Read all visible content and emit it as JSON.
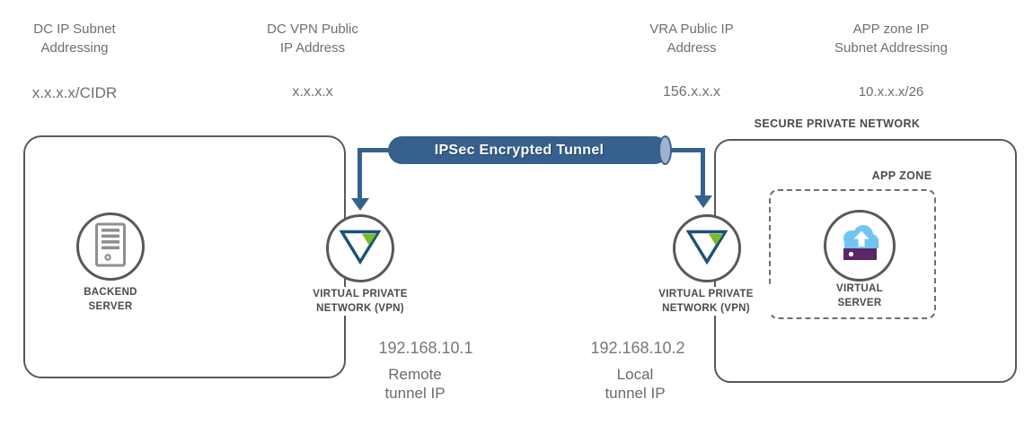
{
  "top_labels": [
    {
      "title": "DC IP Subnet\nAddressing",
      "value": "x.x.x.x/CIDR"
    },
    {
      "title": "DC VPN Public\nIP Address",
      "value": "x.x.x.x"
    },
    {
      "title": "VRA Public IP\nAddress",
      "value": "156.x.x.x"
    },
    {
      "title": "APP zone IP\nSubnet Addressing",
      "value": "10.x.x.x/26"
    }
  ],
  "tunnel": {
    "label": "IPSec Encrypted Tunnel"
  },
  "dc_box": {
    "server_label": "BACKEND\nSERVER",
    "vpn_label": "VIRTUAL PRIVATE\nNETWORK (VPN)"
  },
  "secure_network": {
    "title": "SECURE PRIVATE NETWORK",
    "app_zone_label": "APP ZONE",
    "server_label": "VIRTUAL\nSERVER",
    "vpn_label": "VIRTUAL PRIVATE\nNETWORK (VPN)"
  },
  "tunnel_ips": {
    "remote_ip": "192.168.10.1",
    "remote_label": "Remote\ntunnel IP",
    "local_ip": "192.168.10.2",
    "local_label": "Local\ntunnel IP"
  },
  "icons": {
    "backend_server": "server-tower-icon",
    "dc_vpn": "vpn-triangle-icon",
    "cloud_vpn": "vpn-triangle-icon",
    "virtual_server": "cloud-upload-server-icon",
    "tunnel_end": "cylinder-cap",
    "arrows": "down-arrow-icon"
  },
  "colors": {
    "tunnel_blue": "#36618F",
    "tunnel_cap": "#9FB2D0",
    "box_border": "#595959",
    "dashed_border": "#6E6E6E",
    "vpn_triangle_blue": "#1B5276",
    "vpn_triangle_green": "#7ABC29",
    "cloud_blue": "#6FC5F2",
    "server_purple": "#5B2663",
    "text_gray": "#6F6F6F",
    "label_dark": "#4A4A4A"
  }
}
